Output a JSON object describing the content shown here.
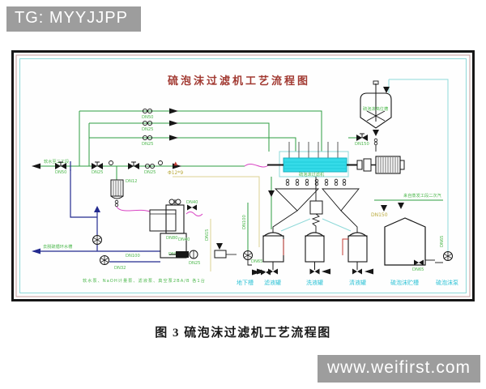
{
  "badges": {
    "telegram": "TG: MYYJJPP",
    "watermark": "www.weifirst.com"
  },
  "figure": {
    "caption": "图 3  硫泡沫过滤机工艺流程图"
  },
  "diagram": {
    "title": "硫泡沫过滤机工艺流程图",
    "colors": {
      "pipe_green": "#2f9e41",
      "navy": "#232a8f",
      "drum_cyan": "#35dbe8",
      "label_cyan": "#2fc3d6",
      "label_green": "#4db84d",
      "label_yellow": "#b9a93a",
      "magenta": "#d944c4",
      "red": "#c23b33",
      "title_red": "#a23a32",
      "border_pink": "#c09393",
      "border_cyan": "#8fd9d9",
      "badge_gray": "#9d9d9d"
    },
    "streams": {
      "soft_water_out": "软水至二工段",
      "to_circulation": "去脱硫循环水槽",
      "steam_in": "来自蒸发工段二次汽",
      "note": "软水泵、NaOH计量泵、滤液泵、真空泵2BA/B 各1台"
    },
    "equipment": {
      "drum": "硫泡沫过滤机",
      "head_tank": "硫泡沫高位槽",
      "receiver1": "滤液罐",
      "receiver2": "洗液罐",
      "receiver3": "清液罐",
      "left_tank": "地下槽",
      "storage_tank": "硫泡沫贮槽",
      "foam_pump": "硫泡沫泵"
    },
    "dn": {
      "line1": "DN50",
      "line2": "DN25",
      "line3": "DN25",
      "inlet": "DN50",
      "inlet2": "DN25",
      "inlet3": "DN25",
      "filter": "DN12",
      "pipe_phi": "Φ12*9",
      "vessel_top": "DN40",
      "vessel_a": "DN80",
      "vessel_b": "DN40",
      "vessel_c": "DN80",
      "pump_center": "DN25",
      "pump_riser": "DN15",
      "return1": "DN100",
      "return2": "DN32",
      "head_valve": "DN150",
      "tank_inlet": "DN150",
      "t1_pump": "DN65",
      "t1_riser": "DN100",
      "storage_outlet": "DN65",
      "foam_riser": "DN65"
    }
  }
}
